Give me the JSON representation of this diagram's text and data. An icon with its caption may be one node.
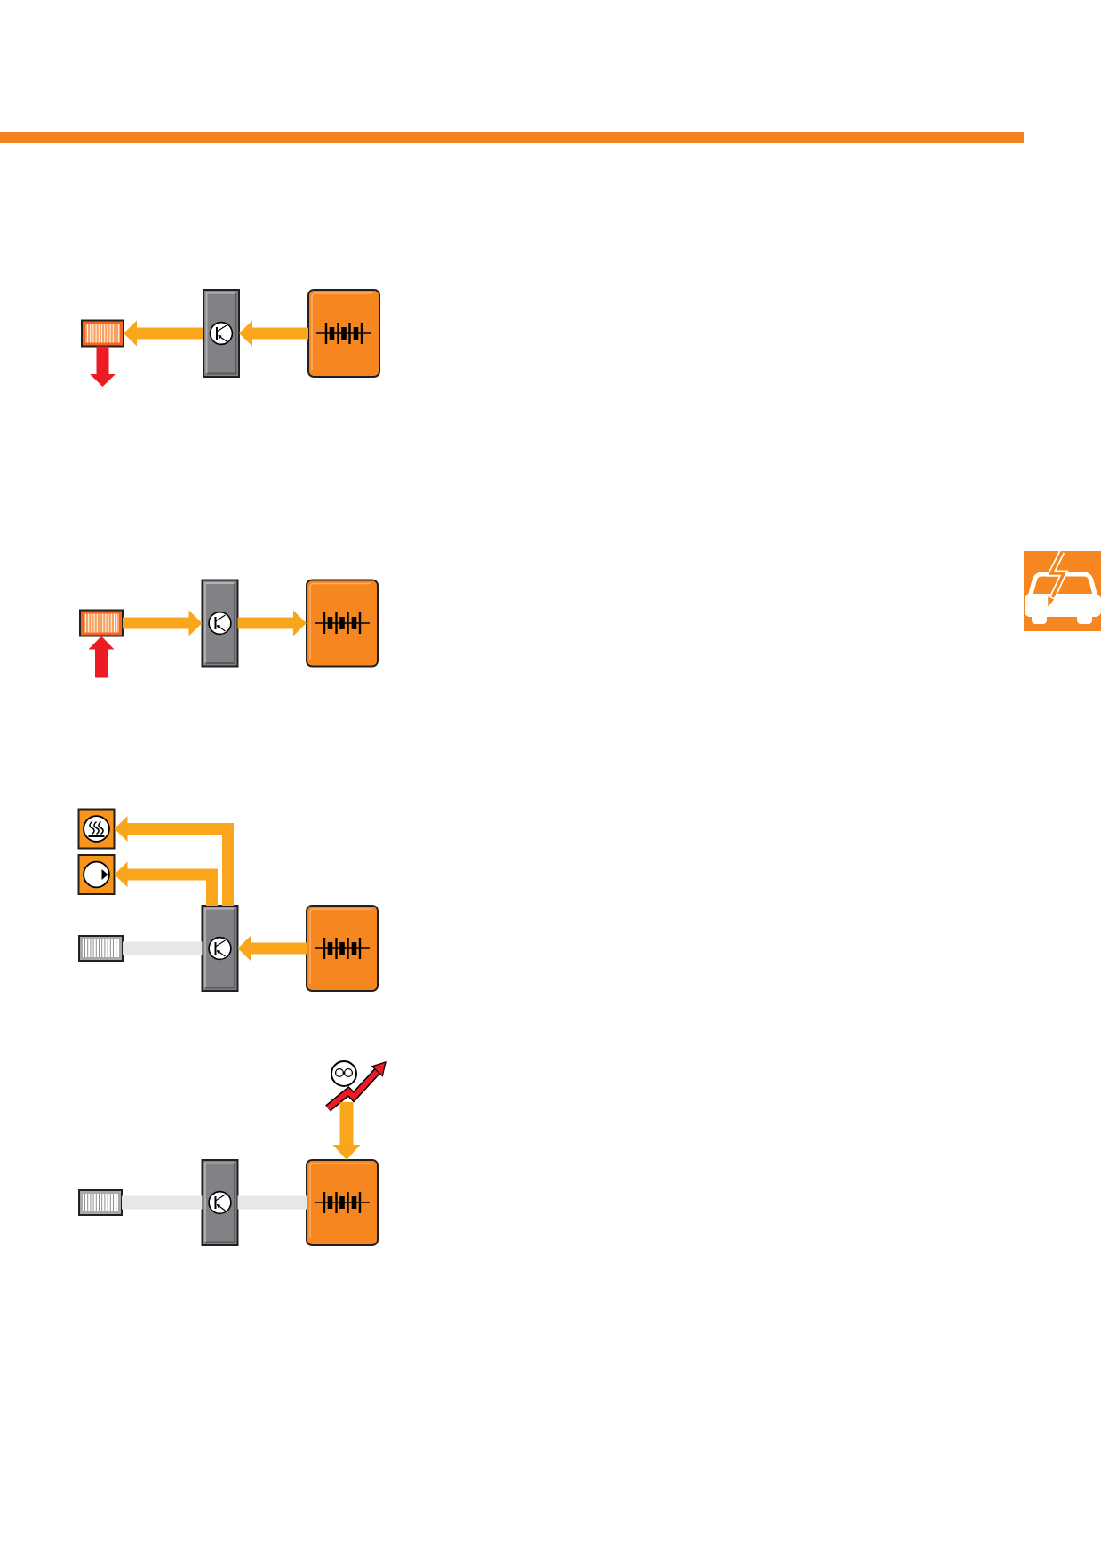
{
  "diagram": {
    "nodes": [
      {
        "text": [],
        "shape": "picture"
      },
      {
        "text": [],
        "shape": "picture"
      },
      {
        "text": [],
        "shape": "picture"
      },
      {
        "text": [],
        "shape": "picture"
      },
      {
        "text": [],
        "shape": "picture"
      },
      {
        "text": [],
        "shape": "picture"
      },
      {
        "text": [],
        "shape": "picture"
      },
      {
        "text": [],
        "shape": "picture"
      },
      {
        "text": [],
        "shape": "picture"
      },
      {
        "text": [],
        "shape": "picture"
      },
      {
        "text": [],
        "shape": "picture"
      },
      {
        "text": [],
        "shape": "picture"
      },
      {
        "text": [],
        "shape": "picture"
      },
      {
        "text": [],
        "shape": "picture"
      },
      {
        "text": [],
        "shape": "picture"
      }
    ],
    "edges": [
      {
        "from": 2,
        "to": 1,
        "arrow": "to"
      },
      {
        "from": 1,
        "to": 0,
        "arrow": "to"
      },
      {
        "from": 0,
        "to": null,
        "arrow": "to",
        "color": "#ed1c24"
      },
      {
        "from": 3,
        "to": 4,
        "arrow": "to"
      },
      {
        "from": 4,
        "to": 5,
        "arrow": "to"
      },
      {
        "from": null,
        "to": 3,
        "arrow": "to",
        "color": "#ed1c24"
      },
      {
        "from": 10,
        "to": 9,
        "arrow": "to"
      },
      {
        "from": 9,
        "to": 6,
        "arrow": "to"
      },
      {
        "from": 9,
        "to": 7,
        "arrow": "to"
      },
      {
        "from": 8,
        "to": 9,
        "arrow": "none",
        "color": "#e6e7e8"
      },
      {
        "from": 12,
        "to": 13,
        "arrow": "none",
        "color": "#e6e7e8"
      },
      {
        "from": 13,
        "to": 14,
        "arrow": "none",
        "color": "#e6e7e8"
      },
      {
        "from": 11,
        "to": 14,
        "arrow": "to"
      }
    ]
  }
}
